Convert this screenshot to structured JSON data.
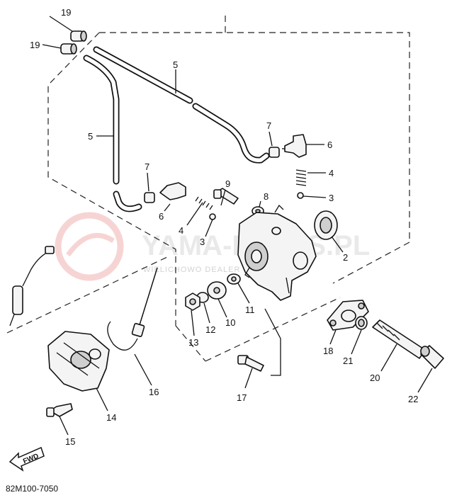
{
  "watermark": {
    "brand": "YAMA-PARTS.PL",
    "tagline": "WIELICHOWO DEALER YAMAHA"
  },
  "fwd_arrow": {
    "label": "FWD"
  },
  "drawing_code": "82M100-7050",
  "callouts": [
    {
      "id": "c19a",
      "text": "19"
    },
    {
      "id": "c19b",
      "text": "19"
    },
    {
      "id": "c5a",
      "text": "5"
    },
    {
      "id": "c5b",
      "text": "5"
    },
    {
      "id": "c7a",
      "text": "7"
    },
    {
      "id": "c6a",
      "text": "6"
    },
    {
      "id": "c4a",
      "text": "4"
    },
    {
      "id": "c3a",
      "text": "3"
    },
    {
      "id": "c7b",
      "text": "7"
    },
    {
      "id": "c9",
      "text": "9"
    },
    {
      "id": "c8",
      "text": "8"
    },
    {
      "id": "c6b",
      "text": "6"
    },
    {
      "id": "c4b",
      "text": "4"
    },
    {
      "id": "c3b",
      "text": "3"
    },
    {
      "id": "c2",
      "text": "2"
    },
    {
      "id": "c11",
      "text": "11"
    },
    {
      "id": "c10",
      "text": "10"
    },
    {
      "id": "c12",
      "text": "12"
    },
    {
      "id": "c13",
      "text": "13"
    },
    {
      "id": "c18",
      "text": "18"
    },
    {
      "id": "c21",
      "text": "21"
    },
    {
      "id": "c20",
      "text": "20"
    },
    {
      "id": "c22",
      "text": "22"
    },
    {
      "id": "c16",
      "text": "16"
    },
    {
      "id": "c14",
      "text": "14"
    },
    {
      "id": "c17",
      "text": "17"
    },
    {
      "id": "c15",
      "text": "15"
    }
  ]
}
